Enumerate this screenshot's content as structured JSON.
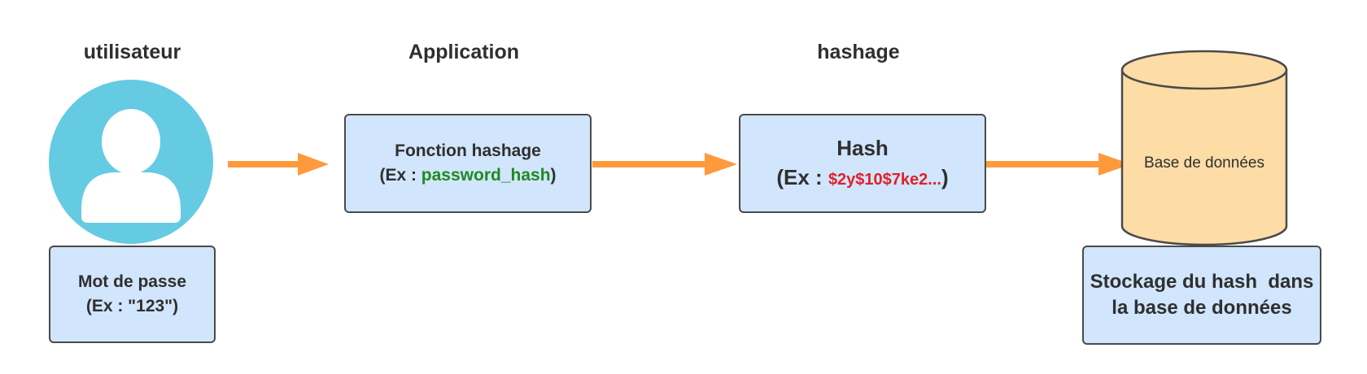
{
  "columns": {
    "user": "utilisateur",
    "application": "Application",
    "hashing": "hashage"
  },
  "password_box": {
    "line1": "Mot de passe",
    "line2": "(Ex : \"123\")"
  },
  "function_box": {
    "line1": "Fonction hashage",
    "prefix": "(Ex : ",
    "code": "password_hash",
    "suffix": ")"
  },
  "hash_box": {
    "title": "Hash",
    "prefix": "(Ex : ",
    "code": "$2y$10$7ke2...",
    "suffix": ")"
  },
  "database": {
    "label": "Base de données"
  },
  "storage_box": {
    "line1": "Stockage du hash  dans",
    "line2": "la base de données"
  },
  "colors": {
    "box_fill": "#d1e5fc",
    "arrow": "#ff9a3c",
    "avatar": "#64cbe3",
    "db_fill": "#fddca6",
    "code_green": "#1f8a1f",
    "code_red": "#e0202a"
  }
}
